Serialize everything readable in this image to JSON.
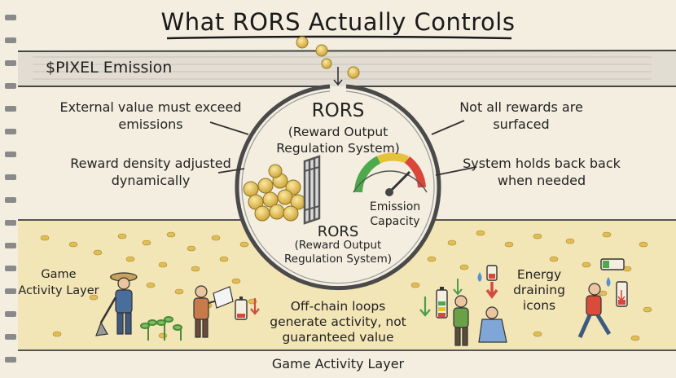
{
  "title": "What RORS Actually Controls",
  "emission_band": {
    "label": "$PIXEL Emission"
  },
  "center": {
    "title": "RORS",
    "subtitle": "(Reward Output Regulation System)",
    "gauge_label": "Emission Capacity",
    "title_2": "RORS",
    "subtitle_2": "(Reward Output Regulation System)"
  },
  "notes": {
    "external_value": "External value must exceed emissions",
    "reward_density": "Reward density adjusted dynamically",
    "not_all_rewards": "Not all rewards are surfaced",
    "system_holds": "System holds back back when needed"
  },
  "activity": {
    "left_label": "Game Activity Layer",
    "energy_label": "Energy draining icons",
    "offchain": "Off-chain loops generate activity, not guaranteed value",
    "bottom_label": "Game Activity Layer"
  },
  "icons": [
    "coin-icon",
    "coin-stack-icon",
    "gate-icon",
    "gauge-icon",
    "battery-icon",
    "down-arrow-icon",
    "water-drop-icon",
    "farmer-figure",
    "player-figure"
  ],
  "colors": {
    "paper": "#f4eee0",
    "ink": "#222222",
    "coin": "#e4c25a",
    "gauge_red": "#d9473b",
    "gauge_green": "#4caa4c",
    "arrow_red": "#d24b3f",
    "arrow_green": "#4a9c4a"
  }
}
